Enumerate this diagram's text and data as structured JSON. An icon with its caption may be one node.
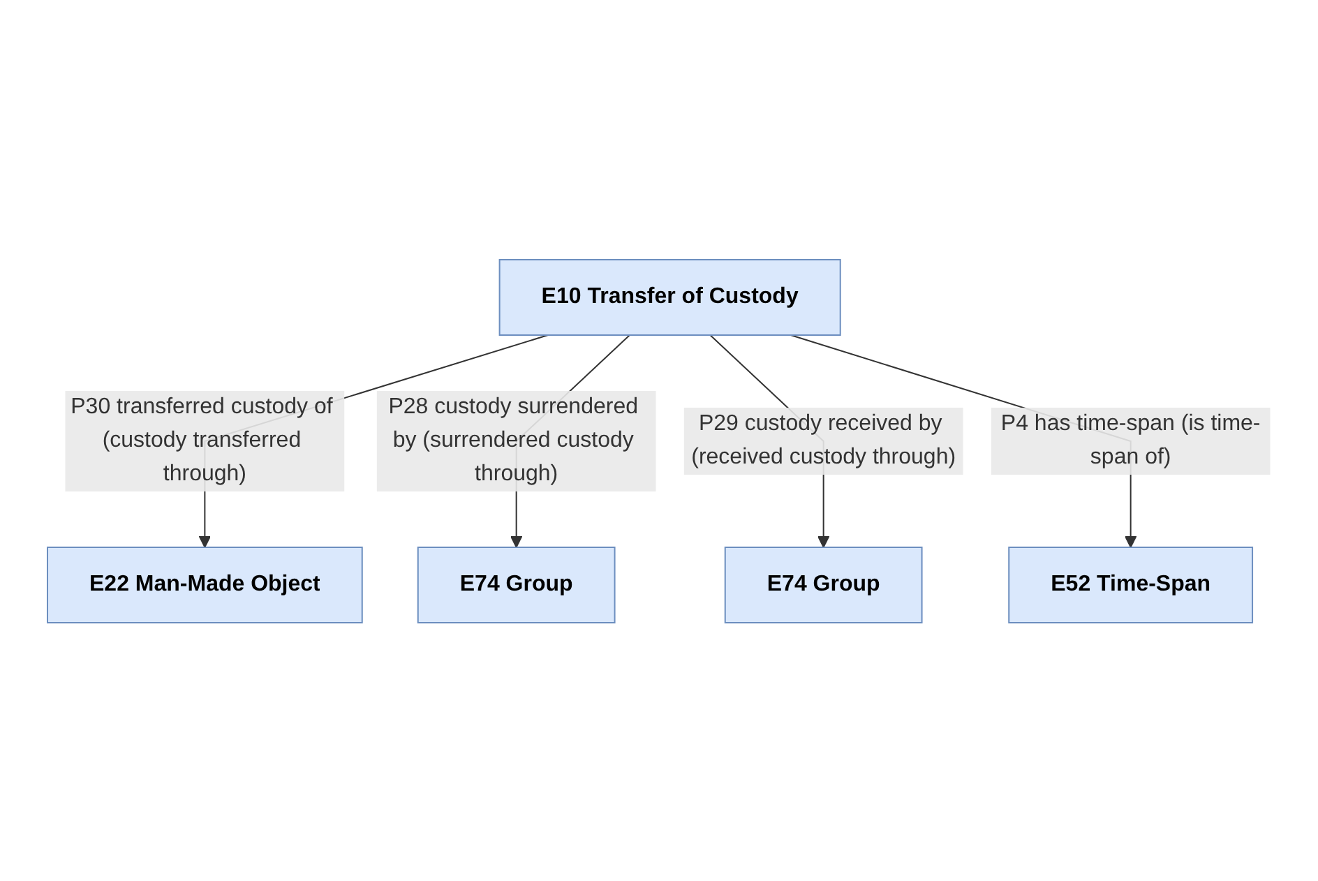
{
  "diagram": {
    "nodes": [
      {
        "text": [
          "E22 Man-Made Object"
        ]
      },
      {
        "text": [
          "E10 Transfer of Custody"
        ]
      },
      {
        "text": [
          "E74 Group"
        ]
      },
      {
        "text": [
          "E74 Group"
        ]
      },
      {
        "text": [
          "E52 Time-Span"
        ]
      }
    ],
    "edges": [
      {
        "from": 1,
        "to": 0,
        "arrow": "to",
        "label": "P30 transferred custody of (custody transferred through)"
      },
      {
        "from": 1,
        "to": 2,
        "arrow": "to",
        "label": "P28 custody surrendered by (surrendered custody through)"
      },
      {
        "from": 1,
        "to": 3,
        "arrow": "to",
        "label": "P29 custody received by (received custody through)"
      },
      {
        "from": 1,
        "to": 4,
        "arrow": "to",
        "label": "P4 has time-span (is time-span of)"
      }
    ]
  }
}
